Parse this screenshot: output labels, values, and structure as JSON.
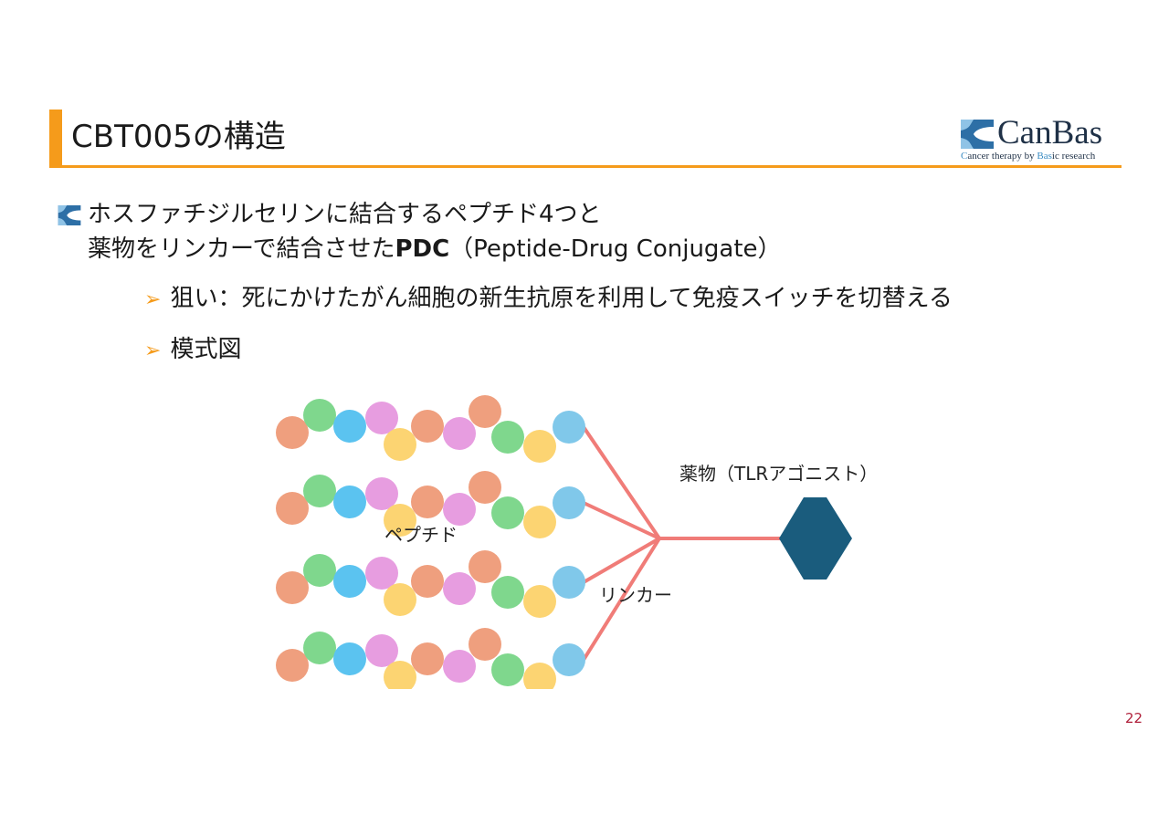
{
  "slide": {
    "title": "CBT005の構造",
    "page_number": "22"
  },
  "logo": {
    "name": "CanBas",
    "tagline_pre": "C",
    "tagline_mid1": "an",
    "tagline_rest1": "cer therapy by ",
    "tagline_hl2": "Bas",
    "tagline_rest2": "ic research"
  },
  "bullet": {
    "line1": "ホスファチジルセリンに結合するペプチド4つと",
    "line2_pre": "薬物をリンカーで結合させた",
    "line2_bold": "PDC",
    "line2_post": "（Peptide-Drug Conjugate）"
  },
  "subs": [
    {
      "arrow": "➢",
      "text": "狙い：死にかけたがん細胞の新生抗原を利用して免疫スイッチを切替える"
    },
    {
      "arrow": "➢",
      "text": "模式図"
    }
  ],
  "diagram": {
    "peptide_label": "ペプチド",
    "linker_label": "リンカー",
    "drug_label": "薬物（TLRアゴニスト）",
    "colors": {
      "salmon": "#ef9f7e",
      "green": "#7fd78d",
      "blue": "#5bc3f0",
      "pink": "#e79de0",
      "yellow": "#fcd472",
      "lightblue": "#80c8ea",
      "linker": "#f07c78",
      "drug": "#1a5c7d"
    },
    "bead_sequence": [
      "salmon",
      "green",
      "blue",
      "pink",
      "yellow",
      "salmon",
      "pink",
      "salmon",
      "green",
      "yellow",
      "lightblue"
    ],
    "chain_count": 4
  }
}
